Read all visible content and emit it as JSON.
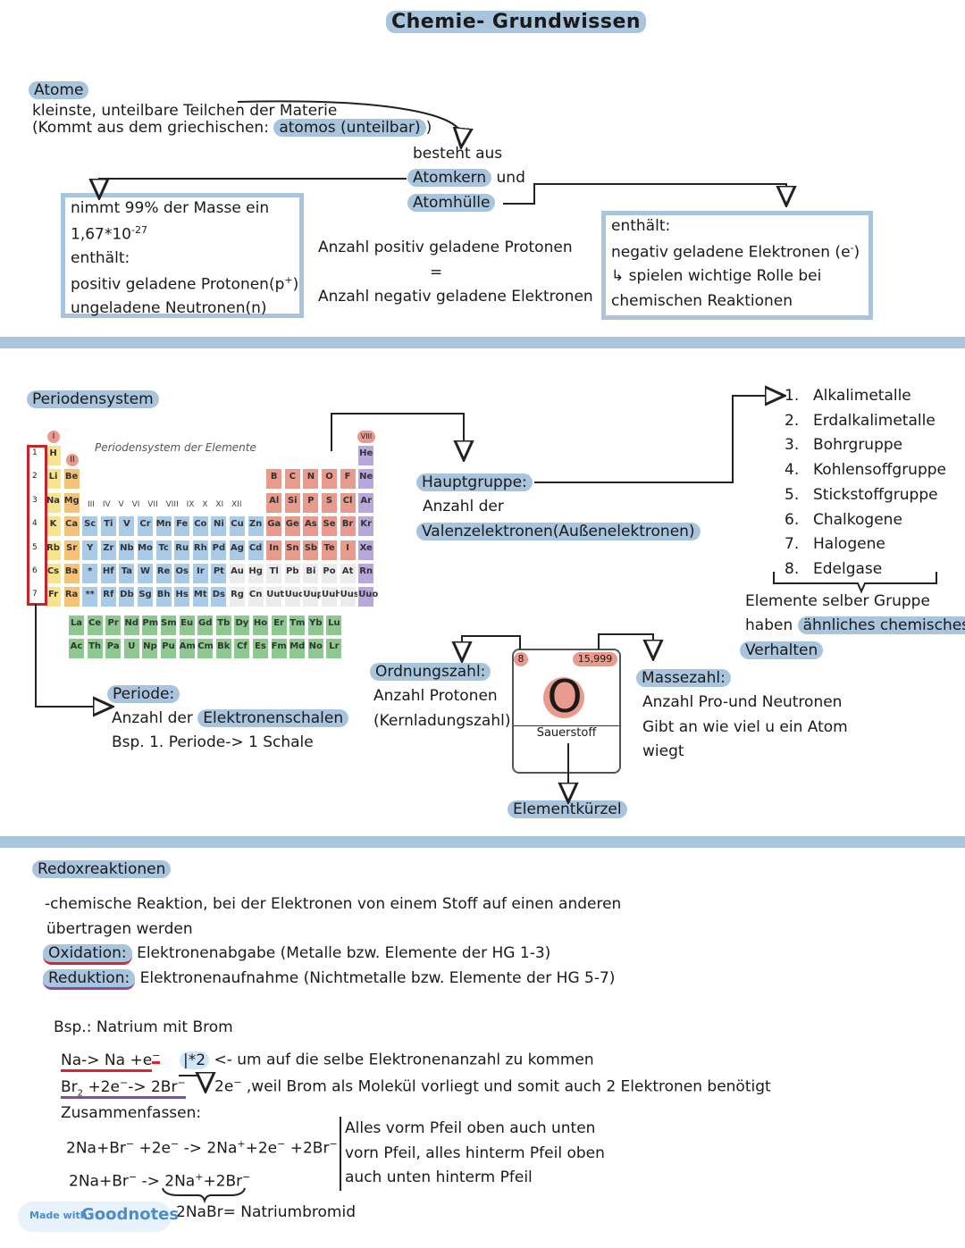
{
  "title": "Chemie- Grundwissen",
  "atome": {
    "heading": "Atome",
    "line1": "kleinste, unteilbare Teilchen der Materie",
    "line2_prefix": "(Kommt aus dem griechischen:",
    "line2_highlight": "atomos (unteilbar)",
    "line2_suffix": ")",
    "besteht": "besteht aus",
    "atomkern": "Atomkern",
    "und": "und",
    "atomhuelle": "Atomhülle",
    "left_box": [
      "nimmt 99% der Masse ein",
      "1,67*10",
      "-27",
      "enthält:",
      "positiv geladene Protonen(p",
      "+",
      ")",
      "ungeladene Neutronen(n)"
    ],
    "middle": [
      "Anzahl positiv geladene Protonen",
      "=",
      "Anzahl negativ geladene Elektronen"
    ],
    "right_box": [
      "enthält:",
      "negativ geladene Elektronen (e",
      "-",
      ")",
      "↳ spielen wichtige Rolle bei",
      "chemischen Reaktionen"
    ]
  },
  "periodensystem": {
    "heading": "Periodensystem",
    "table_title": "Periodensystem der Elemente",
    "group_I": "I",
    "group_II": "II",
    "group_VIII": "VIII",
    "main_groups": [
      "III",
      "IV",
      "V",
      "VI",
      "VII"
    ],
    "sub_groups": [
      "III",
      "IV",
      "V",
      "VI",
      "VII",
      "VIII",
      "IX",
      "X",
      "XI",
      "XII"
    ],
    "periods": [
      "1",
      "2",
      "3",
      "4",
      "5",
      "6",
      "7"
    ],
    "hauptgruppe_label": "Hauptgruppe:",
    "hauptgruppe_text1": "Anzahl der",
    "hauptgruppe_text2": "Valenzelektronen(Außenelektronen)",
    "groups": [
      {
        "num": "1.",
        "name": "Alkalimetalle"
      },
      {
        "num": "2.",
        "name": "Erdalkalimetalle"
      },
      {
        "num": "3.",
        "name": "Bohrgruppe"
      },
      {
        "num": "4.",
        "name": "Kohlensoffgruppe"
      },
      {
        "num": "5.",
        "name": "Stickstoffgruppe"
      },
      {
        "num": "6.",
        "name": "Chalkogene"
      },
      {
        "num": "7.",
        "name": "Halogene"
      },
      {
        "num": "8.",
        "name": "Edelgase"
      }
    ],
    "gruppe_note1": "Elemente selber Gruppe",
    "gruppe_note2_prefix": "haben",
    "gruppe_note2_hl": "ähnliches chemisches",
    "gruppe_note3": "Verhalten",
    "periode_label": "Periode:",
    "periode_text1_prefix": "Anzahl der",
    "periode_text1_hl": "Elektronenschalen",
    "periode_text2": "Bsp. 1. Periode-> 1 Schale",
    "ordnungszahl_label": "Ordnungszahl:",
    "ordnungszahl_text1": "Anzahl Protonen",
    "ordnungszahl_text2": "(Kernladungszahl)",
    "element": {
      "number": "8",
      "mass": "15,999",
      "symbol": "O",
      "name": "Sauerstoff"
    },
    "massezahl_label": "Massezahl:",
    "massezahl_text1": "Anzahl Pro-und Neutronen",
    "massezahl_text2": "Gibt an wie viel u ein Atom",
    "massezahl_text3": "wiegt",
    "elementkuerzel": "Elementkürzel"
  },
  "redox": {
    "heading": "Redoxreaktionen",
    "def1": "-chemische Reaktion, bei der Elektronen von einem Stoff auf einen anderen",
    "def2": "übertragen werden",
    "oxidation_label": "Oxidation:",
    "oxidation_text": "Elektronenabgabe (Metalle bzw. Elemente der HG 1-3)",
    "reduktion_label": "Reduktion:",
    "reduktion_text": "Elektronenaufnahme (Nichtmetalle bzw. Elemente der HG 5-7)",
    "example": "Bsp.: Natrium mit Brom",
    "eq1": "Na-> Na +e",
    "eq1_factor": "|*2",
    "eq1_note": "<- um auf die selbe Elektronenanzahl zu kommen",
    "eq2": "Br",
    "eq2_rest": "+2e",
    "eq2_tail": "-> 2Br",
    "eq2_note": "2e",
    "eq2_note_rest": ",weil Brom als Molekül vorliegt und somit auch 2 Elektronen benötigt",
    "zusammen": "Zusammenfassen:",
    "sum1": "2Na+Br",
    "sum1_b": "+2e",
    "sum1_c": "-> 2Na",
    "sum1_d": "+2e",
    "sum1_e": "+2Br",
    "sum2": "2Na+Br",
    "sum2_b": "-> 2Na",
    "sum2_c": "+2Br",
    "note_lines": [
      "Alles vorm Pfeil oben auch unten",
      "vorn Pfeil, alles hinterm Pfeil oben",
      "auch unten hinterm Pfeil"
    ],
    "nabr": "2NaBr= Natriumbromid"
  },
  "badge": {
    "made_with": "Made with",
    "brand": "Goodnotes"
  },
  "colors": {
    "highlight": "#a9c4dd",
    "red": "#d23333",
    "purple": "#8a4aa8"
  }
}
